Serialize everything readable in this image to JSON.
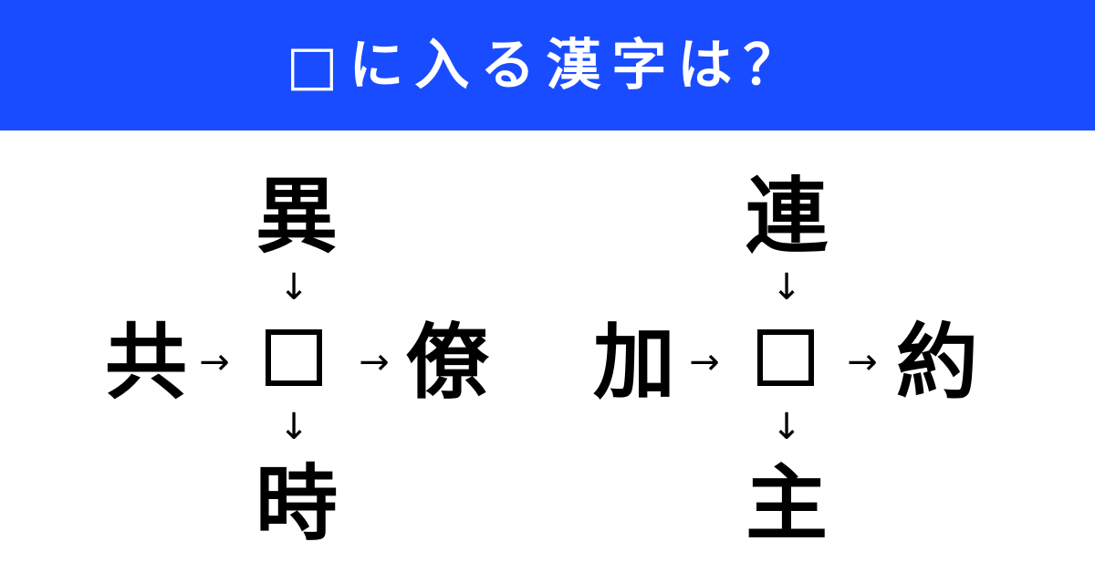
{
  "header": {
    "title": "□に入る漢字は？",
    "background_color": "#1a4cff",
    "text_color": "#ffffff"
  },
  "puzzles": [
    {
      "top": "異",
      "left": "共",
      "right": "僚",
      "bottom": "時",
      "blank": "",
      "arrow_down": "↓",
      "arrow_right": "→"
    },
    {
      "top": "連",
      "left": "加",
      "right": "約",
      "bottom": "主",
      "blank": "",
      "arrow_down": "↓",
      "arrow_right": "→"
    }
  ]
}
